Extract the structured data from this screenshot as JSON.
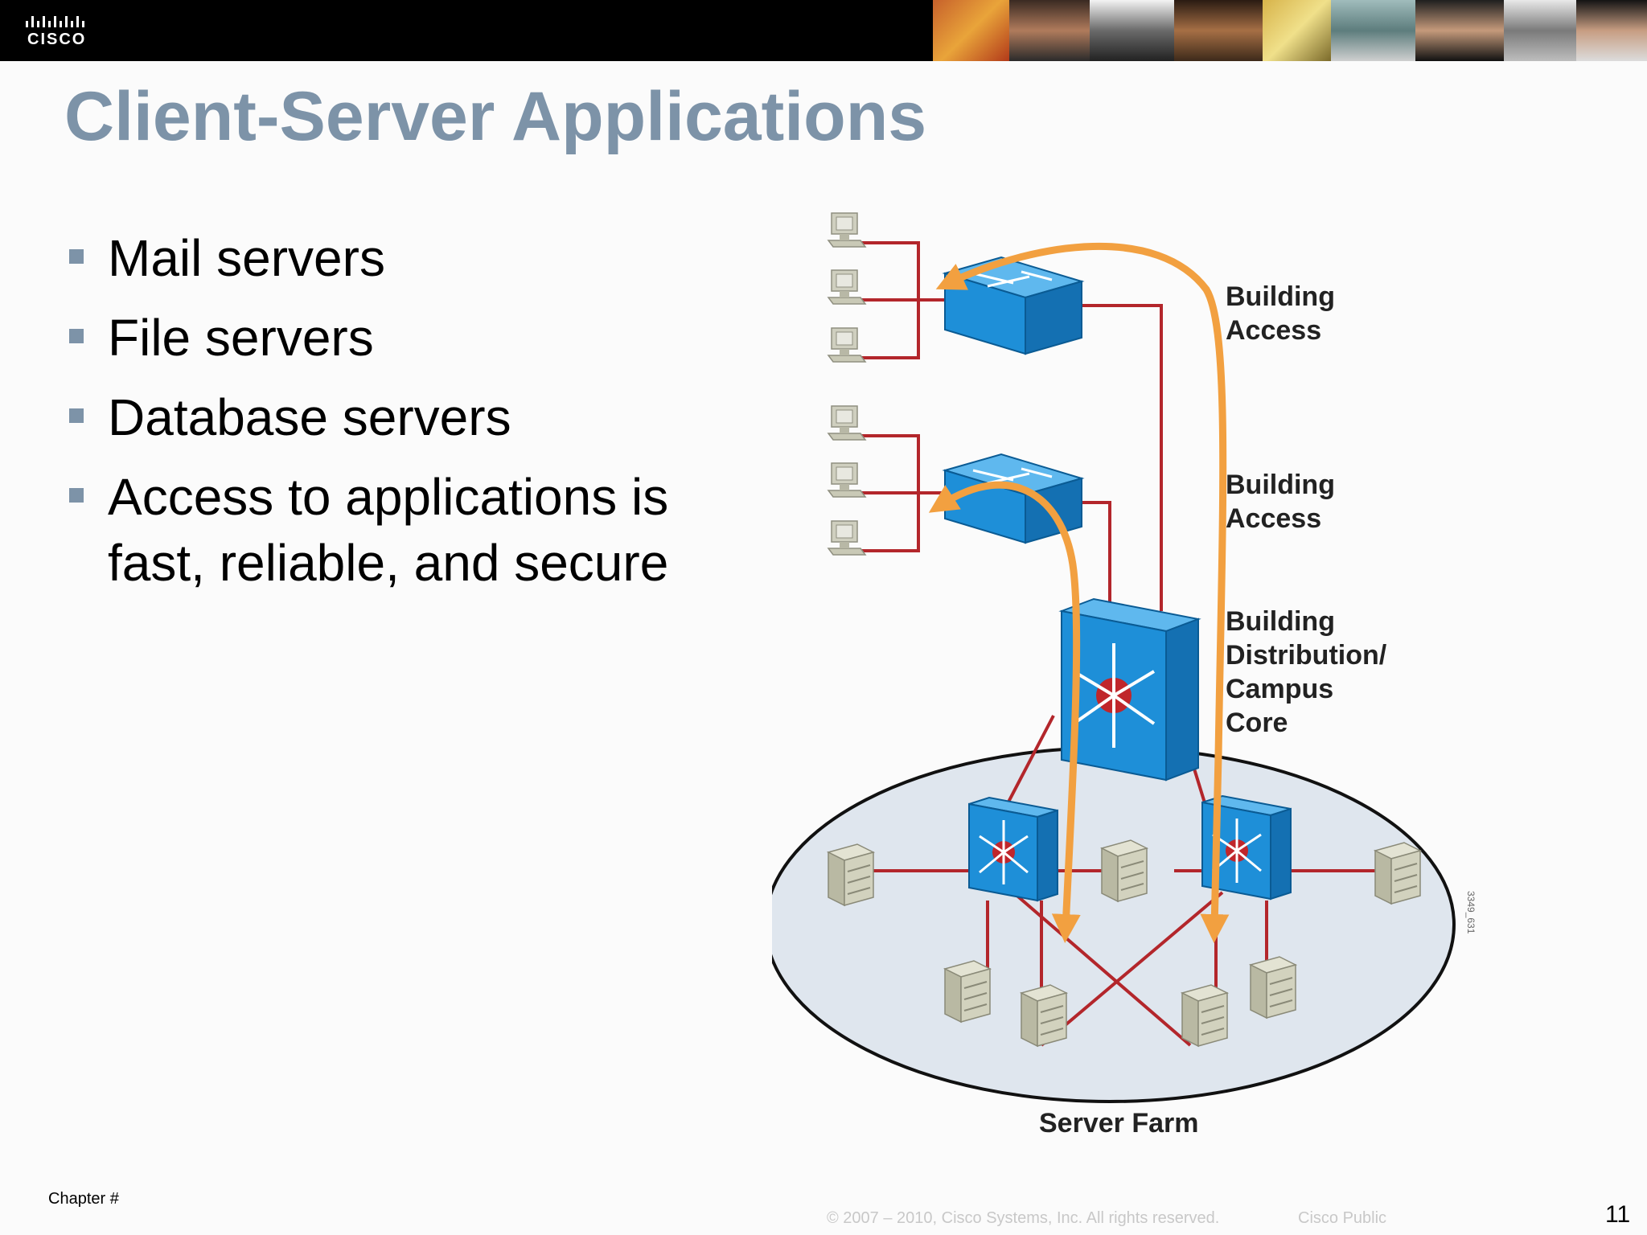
{
  "header": {
    "logo_text": "CISCO",
    "banner": "photo strip of students"
  },
  "slide": {
    "title": "Client-Server Applications",
    "bullets": [
      "Mail servers",
      "File servers",
      "Database servers",
      "Access to applications is fast, reliable, and secure"
    ]
  },
  "diagram": {
    "labels": {
      "building_access_1": [
        "Building",
        "Access"
      ],
      "building_access_2": [
        "Building",
        "Access"
      ],
      "distribution": [
        "Building",
        "Distribution/",
        "Campus",
        "Core"
      ],
      "server_farm": "Server Farm",
      "figure_id": "3349_631"
    },
    "colors": {
      "link": "#b3262b",
      "flow": "#f2a040",
      "switch": "#1e8fd8",
      "farm": "#dfe6ee"
    }
  },
  "footer": {
    "chapter": "Chapter #",
    "copyright": "© 2007 – 2010, Cisco Systems, Inc. All rights reserved.",
    "classification": "Cisco Public",
    "page": "11"
  }
}
